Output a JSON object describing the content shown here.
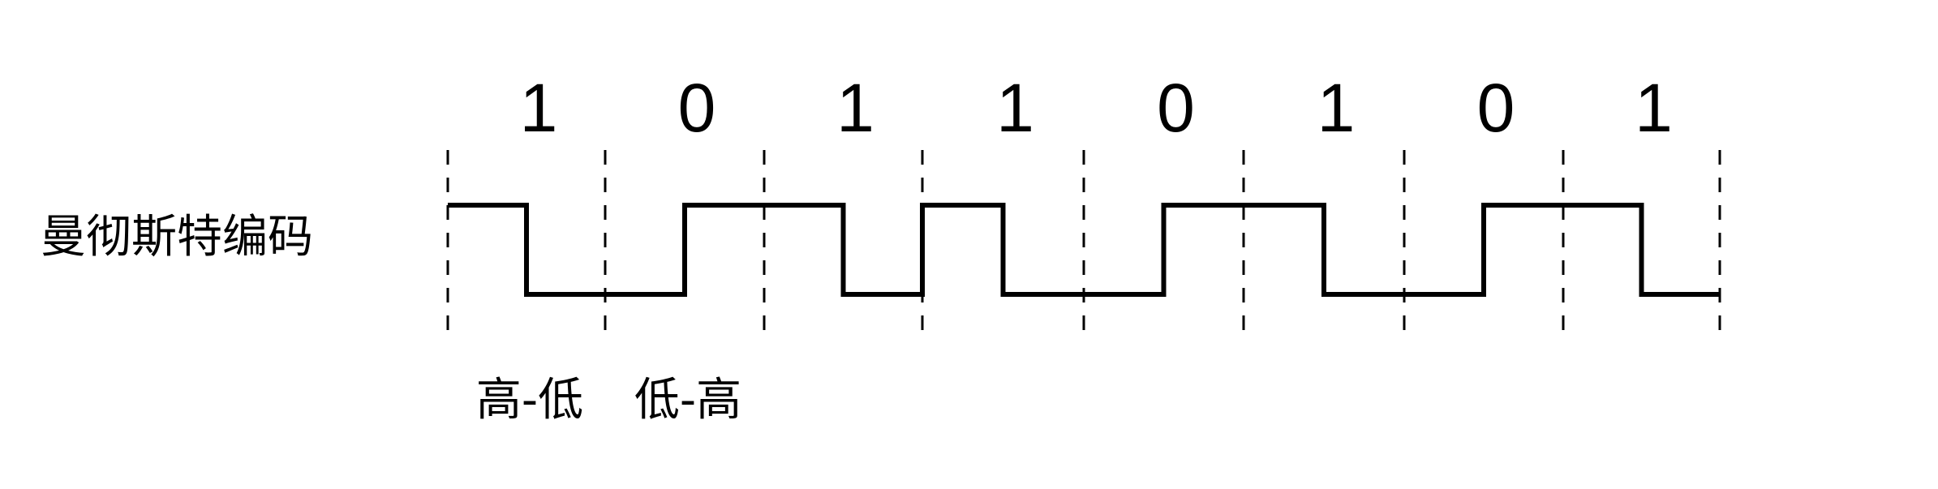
{
  "diagram": {
    "row_label": "曼彻斯特编码",
    "bits": [
      "1",
      "0",
      "1",
      "1",
      "0",
      "1",
      "0",
      "1"
    ],
    "annotations": [
      "高-低",
      "低-高"
    ],
    "line_color": "#000000",
    "background": "#ffffff"
  }
}
